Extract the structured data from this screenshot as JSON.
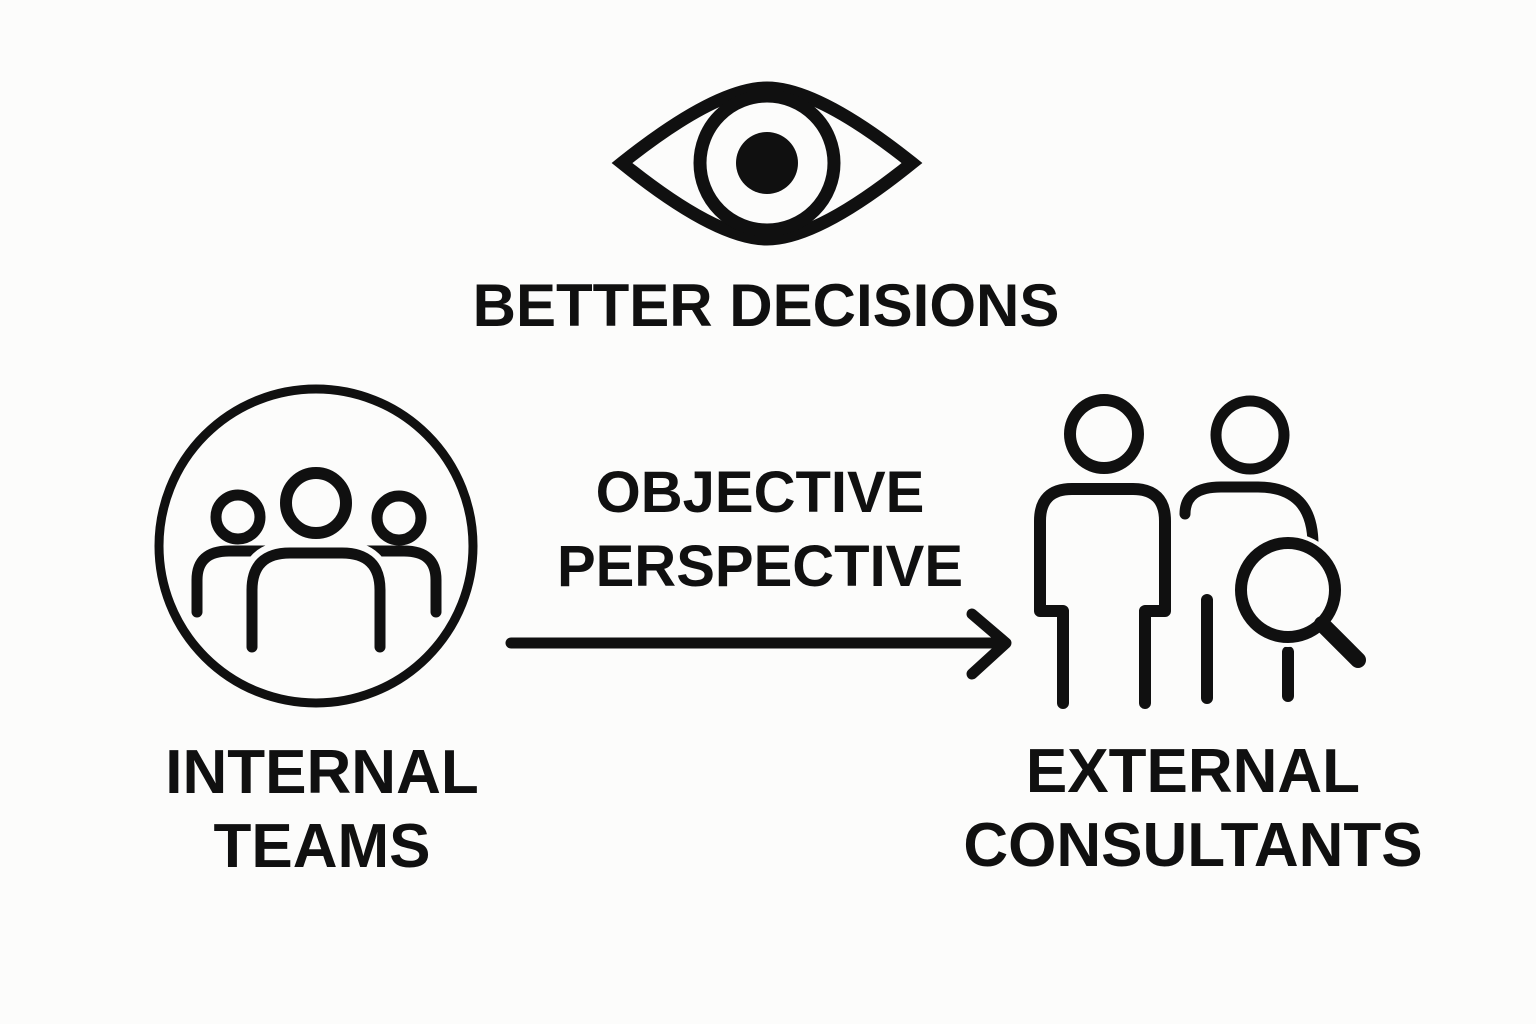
{
  "colors": {
    "background": "#fcfcfb",
    "ink": "#101010"
  },
  "top_node": {
    "icon": "eye-icon",
    "label": "BETTER DECISIONS"
  },
  "left_node": {
    "icon": "internal-teams-icon",
    "label_line1": "INTERNAL",
    "label_line2": "TEAMS"
  },
  "connector": {
    "icon": "arrow-right-icon",
    "label_line1": "OBJECTIVE",
    "label_line2": "PERSPECTIVE"
  },
  "right_node": {
    "icon": "external-consultants-icon",
    "label_line1": "EXTERNAL",
    "label_line2": "CONSULTANTS"
  }
}
